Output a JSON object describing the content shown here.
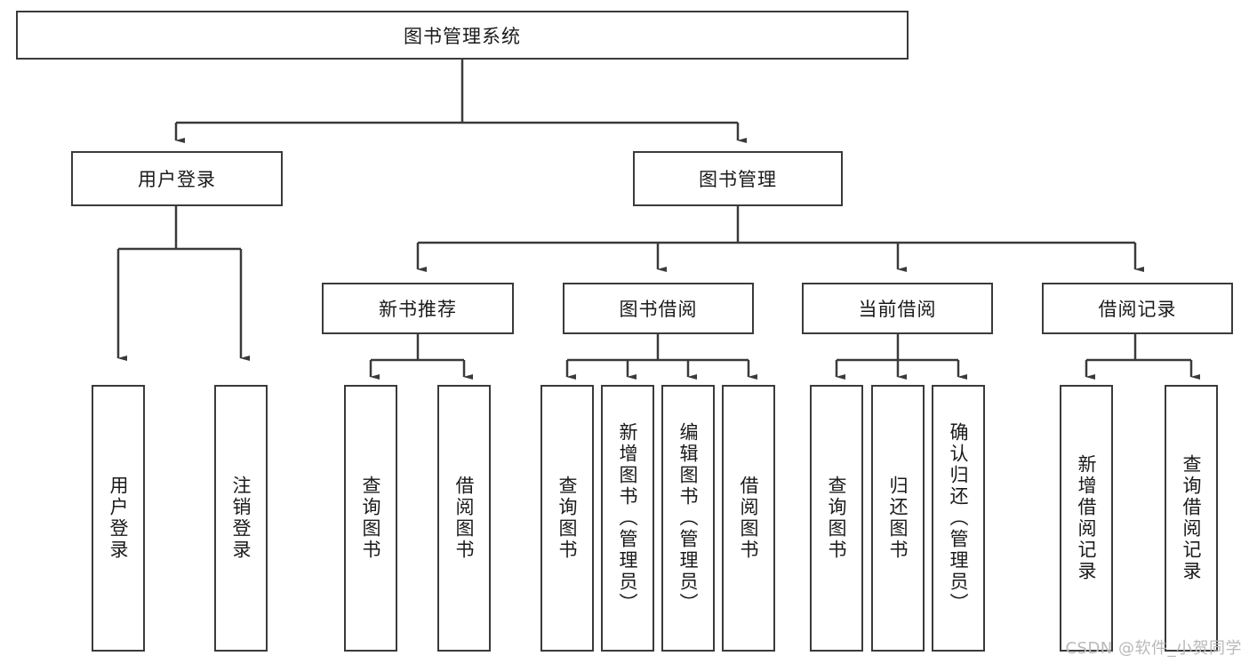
{
  "diagram": {
    "title": "图书管理系统",
    "type": "tree-hierarchy-diagram",
    "root": "图书管理系统",
    "level2": {
      "user_login": "用户登录",
      "book_manage": "图书管理"
    },
    "level3": {
      "new_book_recommend": "新书推荐",
      "book_borrow": "图书借阅",
      "current_borrow": "当前借阅",
      "borrow_record": "借阅记录"
    },
    "leaves": {
      "user_login_children": [
        "用户登录",
        "注销登录"
      ],
      "new_book_recommend_children": [
        "查询图书",
        "借阅图书"
      ],
      "book_borrow_children": [
        "查询图书",
        "新增图书（管理员）",
        "编辑图书（管理员）",
        "借阅图书"
      ],
      "current_borrow_children": [
        "查询图书",
        "归还图书",
        "确认归还（管理员）"
      ],
      "borrow_record_children": [
        "新增借阅记录",
        "查询借阅记录"
      ]
    }
  },
  "watermark": {
    "text": "CSDN @软件_小贺同学"
  },
  "colors": {
    "stroke": "#3a3a3a",
    "background": "#ffffff",
    "text": "#1a1a1a",
    "watermark": "#b9b9b9"
  }
}
